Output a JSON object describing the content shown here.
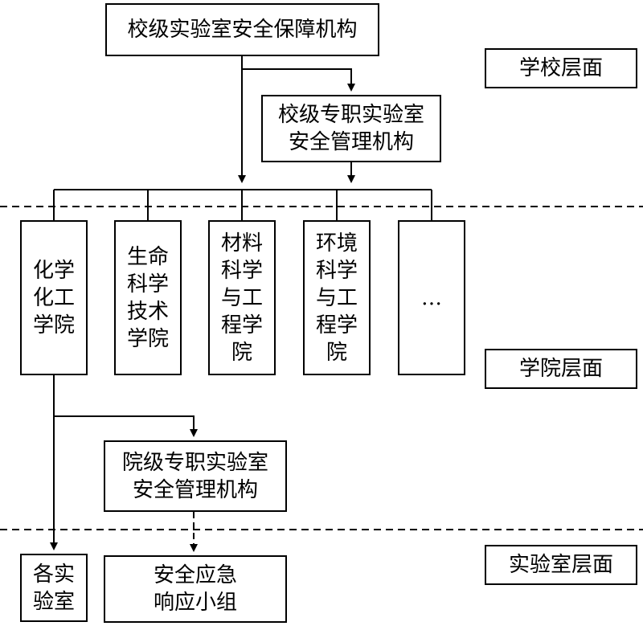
{
  "nodes": {
    "top_org": "校级实验室安全保障机构",
    "school_mgmt": "校级专职实验室\n安全管理机构",
    "colleges": [
      "化学\n化工\n学院",
      "生命\n科学\n技术\n学院",
      "材料\n科学\n与工\n程学\n院",
      "环境\n科学\n与工\n程学\n院",
      "…"
    ],
    "college_mgmt": "院级专职实验室\n安全管理机构",
    "labs": "各实\n验室",
    "emergency": "安全应急\n响应小组"
  },
  "levels": {
    "school": "学校层面",
    "college": "学院层面",
    "lab": "实验室层面"
  }
}
